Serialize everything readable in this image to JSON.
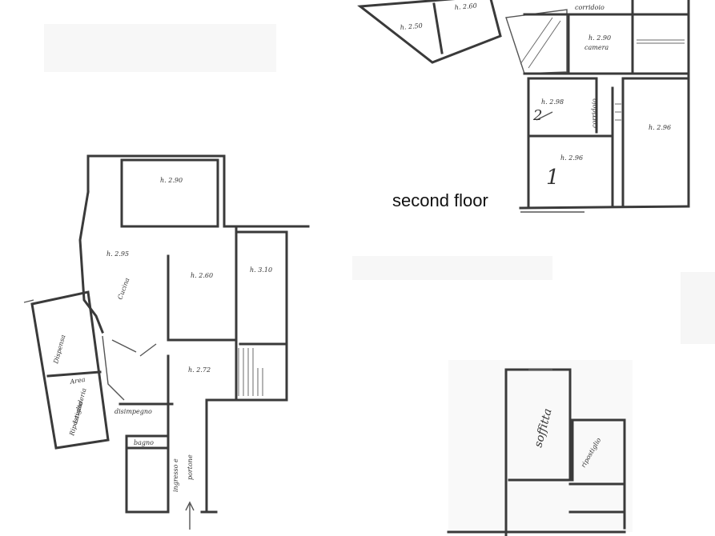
{
  "floor_title": "second floor",
  "rooms": {
    "upper_left_a": "h. 2.50",
    "upper_left_b": "h. 2.60",
    "upper_corridor": "corridoio",
    "upper_room_mid": "h. 2.90",
    "upper_room_mid_sub": "camera",
    "upper_small": "h. 2.98",
    "upper_small_mark": "2",
    "upper_right_tall": "h. 2.96",
    "upper_lower_left": "h. 2.96",
    "upper_lower_mark": "1",
    "upper_vertical": "corridoio",
    "main_top": "h. 2.90",
    "main_kitchen_h": "h. 2.95",
    "main_kitchen": "Cucina",
    "main_center": "h. 2.60",
    "main_right": "h. 3.10",
    "main_lower": "h. 2.72",
    "main_storage": "Dispensa",
    "main_wing_a": "Area",
    "main_wing_b": "Lavanderia",
    "main_wing_c": "Ripostiglio",
    "main_hall": "disimpegno",
    "main_bath": "bagno",
    "main_entrance": "ingresso e",
    "main_entrance_b": "portone",
    "right_tall": "soffitta",
    "right_small": "ripostiglio"
  }
}
